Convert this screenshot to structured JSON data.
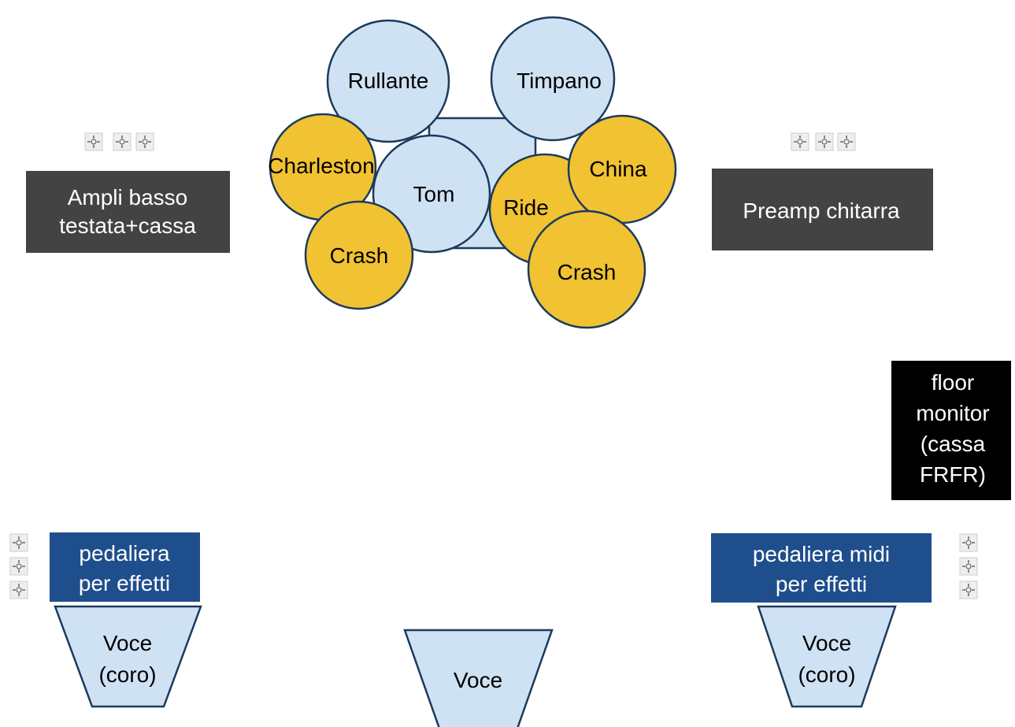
{
  "colors": {
    "drum_fill": "#cfe2f3",
    "cymbal_fill": "#f1c232",
    "outline": "#1c3a5c",
    "amp_fill": "#434343",
    "monitor_fill": "#000000",
    "pedal_fill": "#1f4e8c",
    "label_light": "#ffffff",
    "label_dark": "#000000",
    "outlet_fill": "#eeeeee"
  },
  "drums": {
    "snare": "Rullante",
    "timpano": "Timpano",
    "tom": "Tom",
    "hihat": "Charleston",
    "crash_left": "Crash",
    "ride": "Ride",
    "china": "China",
    "crash_right": "Crash"
  },
  "amps": {
    "bass_line1": "Ampli basso",
    "bass_line2": "testata+cassa",
    "guitar": "Preamp chitarra"
  },
  "monitor": {
    "line1": "floor",
    "line2": "monitor",
    "line3": "(cassa",
    "line4": "FRFR)"
  },
  "pedals": {
    "left_line1": "pedaliera",
    "left_line2": "per effetti",
    "right_line1": "pedaliera midi",
    "right_line2": "per effetti"
  },
  "vocals": {
    "left_line1": "Voce",
    "left_line2": "(coro)",
    "center": "Voce",
    "right_line1": "Voce",
    "right_line2": "(coro)"
  },
  "outlets": {
    "icon": "power-outlet-icon"
  }
}
